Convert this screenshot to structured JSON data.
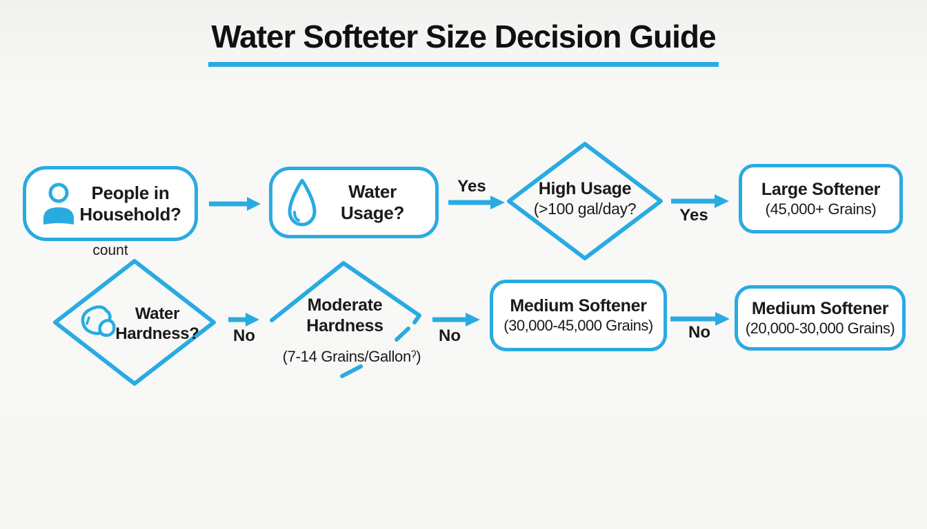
{
  "title": "Water Softeter Size Decision Guide",
  "colors": {
    "accent": "#29ABE2",
    "text": "#1a1a1a",
    "background": "#f6f6f4",
    "node_fill": "#ffffff"
  },
  "nodes": {
    "people": {
      "icon": "person-icon",
      "line1": "People in",
      "line2": "Household?",
      "caption": "count"
    },
    "water_usage": {
      "icon": "water-drop-icon",
      "label": "Water Usage?"
    },
    "high_usage": {
      "line1": "High Usage",
      "line2": "(>100 gal/day?"
    },
    "large_softener": {
      "line1": "Large Softener",
      "line2": "(45,000+ Grains)"
    },
    "water_hardness": {
      "icon": "stones-icon",
      "line1": "Water",
      "line2": "Hardness?"
    },
    "moderate_hardness": {
      "line1": "Moderate",
      "line2": "Hardness",
      "caption": "(7-14 Grains/Gallonˀ)"
    },
    "medium_softener_1": {
      "line1": "Medium Softener",
      "line2": "(30,000-45,000 Grains)"
    },
    "medium_softener_2": {
      "line1": "Medium Softener",
      "line2": "(20,000-30,000 Grains)"
    }
  },
  "edge_labels": {
    "usage_to_high": "Yes",
    "high_to_large": "Yes",
    "hardness_to_moderate": "No",
    "moderate_to_medium1": "No",
    "medium1_to_medium2": "No"
  }
}
